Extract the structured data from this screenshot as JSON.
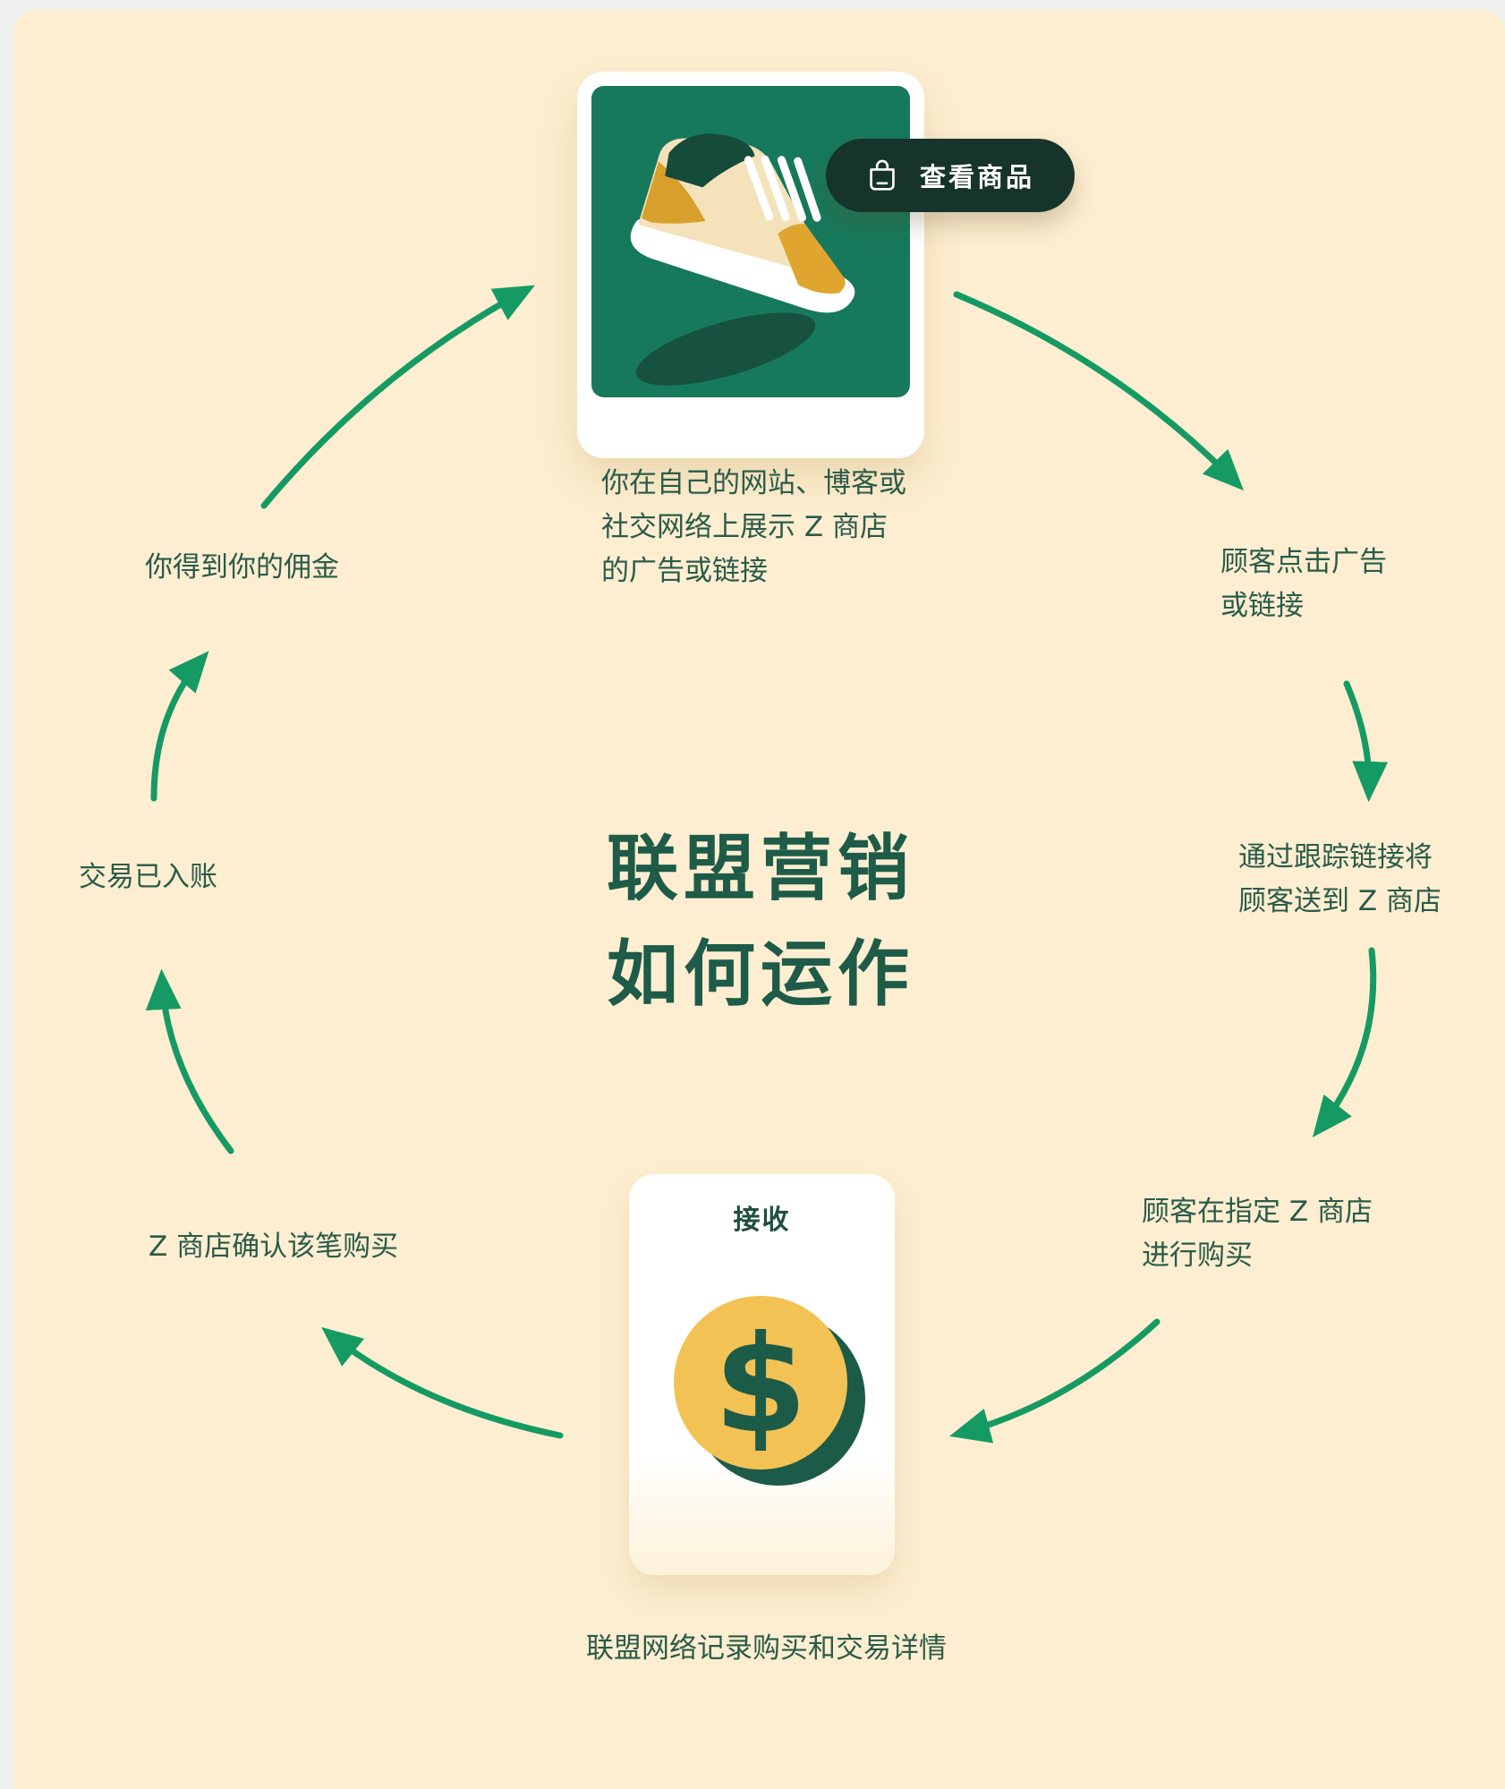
{
  "title": {
    "line1": "联盟营销",
    "line2": "如何运作"
  },
  "product_card": {
    "button_label": "查看商品"
  },
  "receive_card": {
    "label": "接收",
    "coin_symbol": "$"
  },
  "steps": [
    {
      "id": "show-ads",
      "lines": [
        "你在自己的网站、博客或",
        "社交网络上展示 Z 商店",
        "的广告或链接"
      ]
    },
    {
      "id": "customer-clicks",
      "lines": [
        "顾客点击广告",
        "或链接"
      ]
    },
    {
      "id": "tracking-link",
      "lines": [
        "通过跟踪链接将",
        "顾客送到 Z 商店"
      ]
    },
    {
      "id": "customer-buys",
      "lines": [
        "顾客在指定 Z 商店",
        "进行购买"
      ]
    },
    {
      "id": "network-records",
      "lines": [
        "联盟网络记录购买和交易详情"
      ]
    },
    {
      "id": "store-confirms",
      "lines": [
        "Z 商店确认该笔购买"
      ]
    },
    {
      "id": "transaction-credited",
      "lines": [
        "交易已入账"
      ]
    },
    {
      "id": "get-commission",
      "lines": [
        "你得到你的佣金"
      ]
    }
  ],
  "colors": {
    "bg_outer": "#eef0ee",
    "bg_panel": "#fdeed1",
    "card_bg": "#ffffff",
    "green_tile": "#17795b",
    "button_bg": "#17342c",
    "button_text": "#ffffff",
    "arrow": "#169a63",
    "step_text": "#2a5b49",
    "title_text": "#1e5b48",
    "coin_gold": "#f3c254",
    "coin_dark": "#1d5b49",
    "shoe_cream": "#f3e2ba",
    "shoe_gold": "#d7a02c",
    "shoe_toe": "#e0a52e",
    "shoe_collar": "#164a3b",
    "shoe_shadow": "#175240"
  }
}
